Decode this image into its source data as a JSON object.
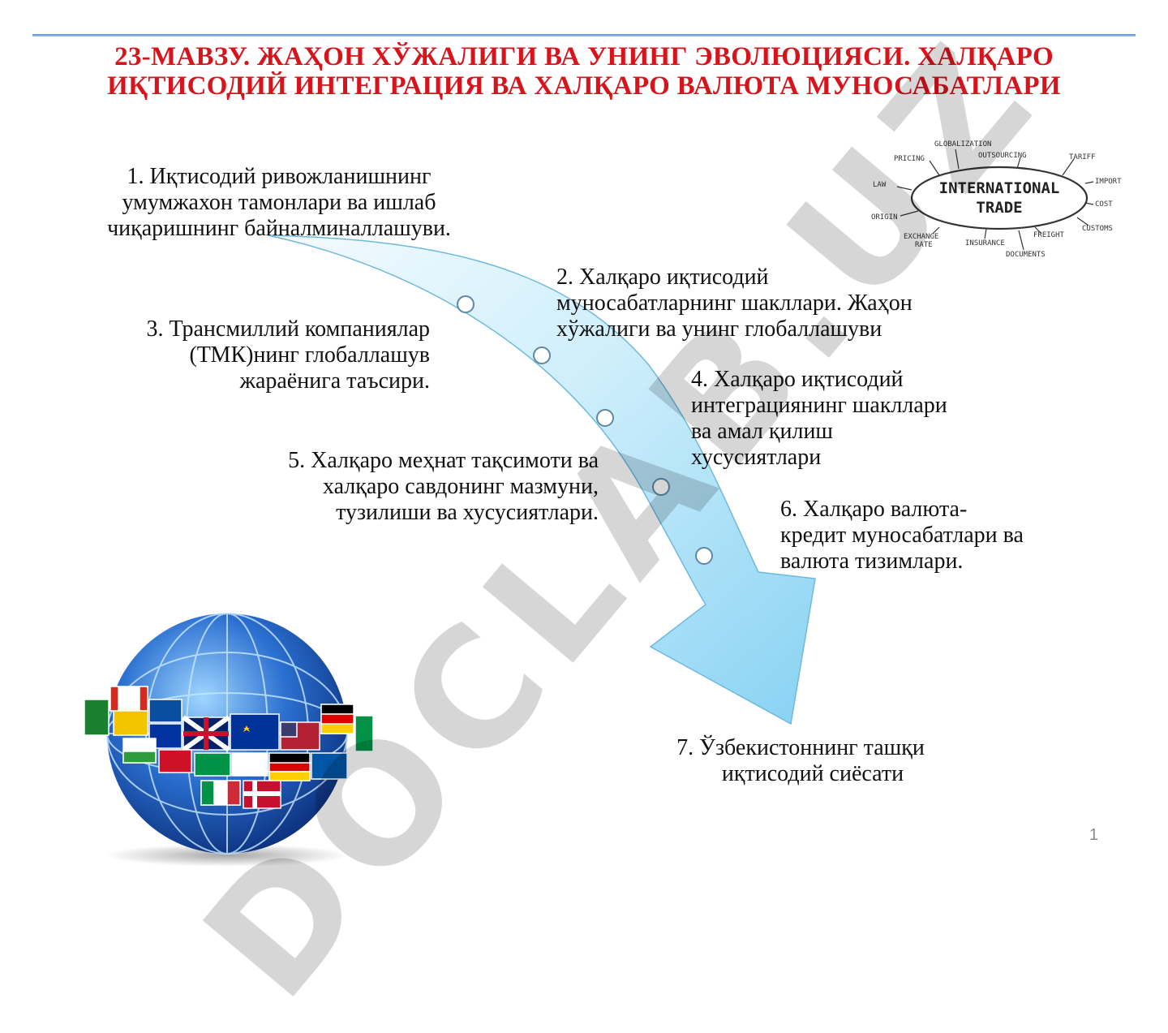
{
  "title": {
    "line1": "23-МАВЗУ. ЖАҲОН ХЎЖАЛИГИ ВА УНИНГ ЭВОЛЮЦИЯСИ. ХАЛҚАРО",
    "line2": "ИҚТИСОДИЙ ИНТЕГРАЦИЯ ВА  ХАЛҚАРО ВАЛЮТА МУНОСАБАТЛАРИ"
  },
  "items": [
    {
      "lines": [
        "1. Иқтисодий ривожланишнинг",
        "умумжахон тамонлари ва ишлаб",
        "чиқаришнинг байналминаллашуви."
      ]
    },
    {
      "lines": [
        "2. Халқаро иқтисодий",
        "муносабатларнинг шакллари.  Жаҳон",
        "хўжалиги ва унинг глобаллашуви"
      ]
    },
    {
      "lines": [
        "3. Трансмиллий компаниялар",
        "(ТМК)нинг глобаллашув",
        "жараёнига таъсири."
      ]
    },
    {
      "lines": [
        "4. Халқаро иқтисодий",
        "интеграциянинг шакллари",
        "ва амал қилиш",
        "хусусиятлари"
      ]
    },
    {
      "lines": [
        "5. Халқаро меҳнат тақсимоти ва",
        "халқаро савдонинг мазмуни,",
        "тузилиши ва хусусиятлари."
      ]
    },
    {
      "lines": [
        "6. Халқаро валюта-",
        "кредит муносабатлари ва",
        "валюта тизимлари."
      ]
    },
    {
      "lines": [
        "7. Ўзбекистоннинг ташқи",
        "иқтисодий сиёсати"
      ]
    }
  ],
  "trade_image": {
    "center_line1": "INTERNATIONAL",
    "center_line2": "TRADE",
    "words": [
      "GLOBALIZATION",
      "PRICING",
      "OUTSOURCING",
      "TARIFF",
      "LAW",
      "IMPORT",
      "COST",
      "ORIGIN",
      "CUSTOMS",
      "EXCHANGE",
      "RATE",
      "INSURANCE",
      "FREIGHT",
      "DOCUMENTS"
    ]
  },
  "watermark": "DOCLAB.UZ",
  "page_number": "1",
  "colors": {
    "title": "#d7141c",
    "arrow_light": "#e9f7fd",
    "arrow_dark": "#8fd3f3",
    "rule": "#5b8fd0"
  },
  "icons": {
    "flow": "curved-arrow-icon",
    "globe": "globe-flags-icon"
  }
}
